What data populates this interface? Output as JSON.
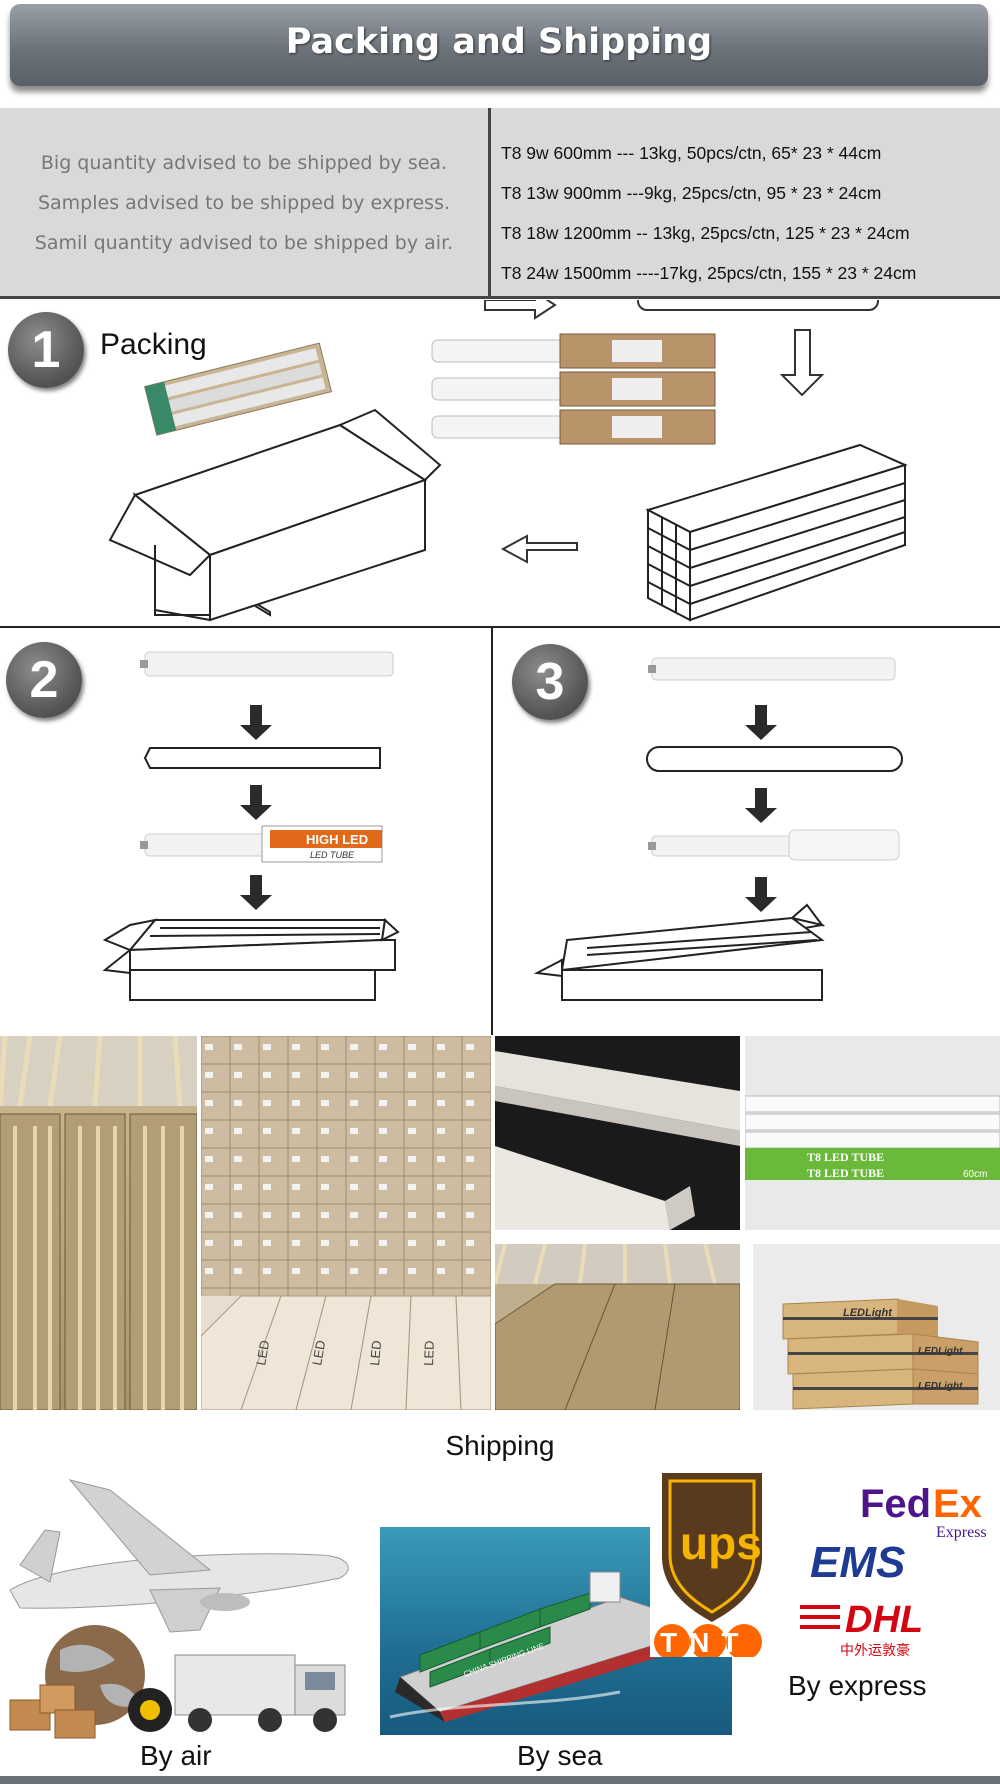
{
  "header": {
    "title": "Packing and Shipping"
  },
  "advice": [
    "Big quantity advised to be shipped by sea.",
    "Samples advised to be shipped by express.",
    "Samil quantity advised to be shipped by air."
  ],
  "specs": [
    "T8 9w 600mm --- 13kg, 50pcs/ctn,    65* 23 * 44cm",
    "T8 13w 900mm ---9kg,    25pcs/ctn,    95 * 23 * 24cm",
    "T8 18w 1200mm -- 13kg,    25pcs/ctn, 125 * 23 * 24cm",
    "T8 24w 1500mm ----17kg, 25pcs/ctn, 155 * 23 * 24cm"
  ],
  "steps": {
    "one": {
      "number": "1",
      "label": "Packing"
    },
    "two": {
      "number": "2",
      "sleeve_text": "HIGH LED",
      "sleeve_sub": "LED TUBE"
    },
    "three": {
      "number": "3"
    }
  },
  "photos": {
    "labels": [
      "T8 LED TUBE",
      "T8 LED TUBE",
      "60cm"
    ],
    "box_brand": "LEDLight",
    "box_print": "LED"
  },
  "shipping": {
    "heading": "Shipping",
    "by_air": "By air",
    "by_sea": "By sea",
    "by_express": "By express",
    "ship_text": "CHINA SHIPPING LINE"
  },
  "carriers": {
    "ups": "ups",
    "fedex_fed": "Fed",
    "fedex_ex": "Ex",
    "fedex_sub": "Express",
    "ems": "EMS",
    "dhl": "DHL",
    "tnt": "TNT",
    "sinotrans": "中外运敦豪"
  },
  "colors": {
    "banner": "#6c727a",
    "panel": "#d8d9da",
    "fedex_purple": "#4d148c",
    "fedex_orange": "#ff6600",
    "ups_brown": "#5a3a1c",
    "ups_gold": "#f5b400",
    "dhl_red": "#d40511",
    "dhl_yellow": "#ffcc00",
    "ems_blue": "#1f3a93"
  }
}
